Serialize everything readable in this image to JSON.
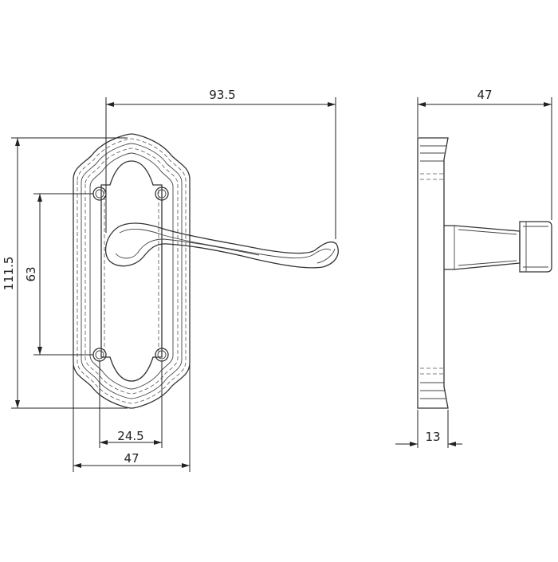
{
  "dimensions": {
    "overall_width": "93.5",
    "side_depth": "47",
    "plate_height": "111.5",
    "screw_centres": "63",
    "screw_spacing": "24.5",
    "plate_width": "47",
    "plate_thickness": "13"
  }
}
